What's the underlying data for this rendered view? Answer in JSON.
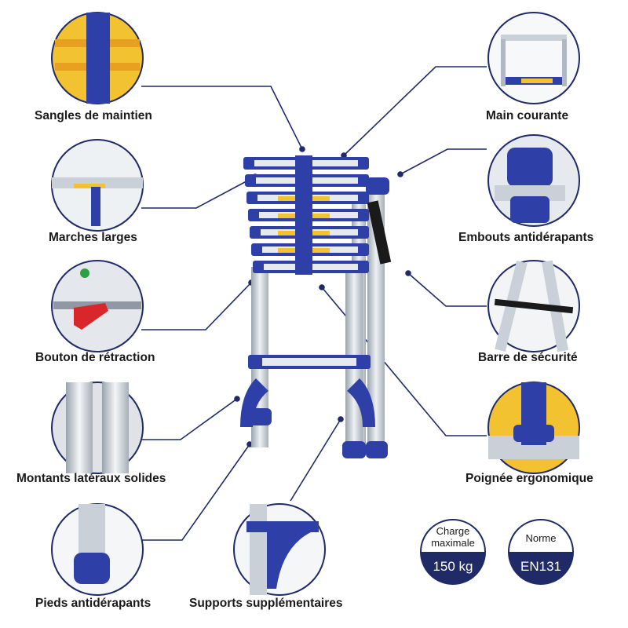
{
  "features": {
    "straps": "Sangles de maintien",
    "handrail": "Main courante",
    "wide_steps": "Marches larges",
    "anti_slip_caps": "Embouts antidérapants",
    "retraction_button": "Bouton de rétraction",
    "safety_bar": "Barre de sécurité",
    "side_uprights": "Montants latéraux solides",
    "ergonomic_handle": "Poignée ergonomique",
    "anti_slip_feet": "Pieds antidérapants",
    "extra_supports": "Supports supplémentaires"
  },
  "specs": {
    "load_label_line1": "Charge",
    "load_label_line2": "maximale",
    "load_value": "150 kg",
    "standard_label": "Norme",
    "standard_value": "EN131"
  },
  "colors": {
    "brand_blue": "#2f3fa8",
    "badge_navy": "#1f2a66",
    "aluminium": "#c9d0d8",
    "warning_yellow": "#f2c230",
    "lead_line": "#1f2a66"
  }
}
